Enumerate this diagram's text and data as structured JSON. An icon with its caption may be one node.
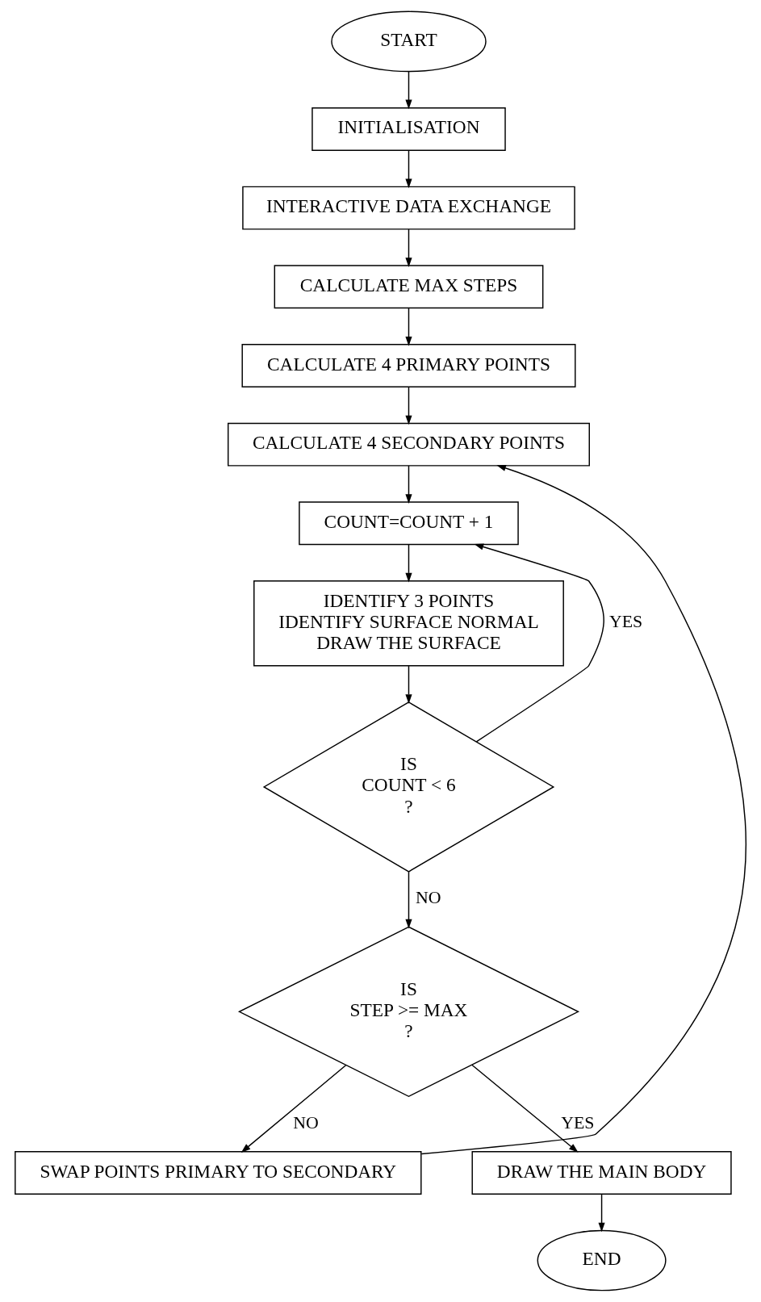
{
  "diagram": {
    "nodes": [
      {
        "text": [
          "START"
        ]
      },
      {
        "text": [
          "INITIALISATION"
        ]
      },
      {
        "text": [
          "INTERACTIVE DATA EXCHANGE"
        ]
      },
      {
        "text": [
          "CALCULATE MAX STEPS"
        ]
      },
      {
        "text": [
          "CALCULATE 4 PRIMARY POINTS"
        ]
      },
      {
        "text": [
          "CALCULATE 4 SECONDARY POINTS"
        ]
      },
      {
        "text": [
          "COUNT=COUNT + 1"
        ]
      },
      {
        "text": [
          "IDENTIFY 3 POINTS",
          "IDENTIFY SURFACE NORMAL",
          "DRAW THE SURFACE"
        ]
      },
      {
        "text": [
          "IS",
          "COUNT < 6",
          "?"
        ]
      },
      {
        "text": [
          "IS",
          "STEP >= MAX",
          "?"
        ]
      },
      {
        "text": [
          "SWAP POINTS PRIMARY TO SECONDARY"
        ]
      },
      {
        "text": [
          "DRAW THE MAIN BODY"
        ]
      },
      {
        "text": [
          "END"
        ]
      }
    ],
    "edges": [
      {
        "from": 0,
        "to": 1,
        "arrow": "to"
      },
      {
        "from": 1,
        "to": 2,
        "arrow": "to"
      },
      {
        "from": 2,
        "to": 3,
        "arrow": "to"
      },
      {
        "from": 3,
        "to": 4,
        "arrow": "to"
      },
      {
        "from": 4,
        "to": 5,
        "arrow": "to"
      },
      {
        "from": 5,
        "to": 6,
        "arrow": "to"
      },
      {
        "from": 6,
        "to": 7,
        "arrow": "to"
      },
      {
        "from": 7,
        "to": 8,
        "arrow": "to"
      },
      {
        "from": 8,
        "to": 6,
        "arrow": "to",
        "label": "YES"
      },
      {
        "from": 8,
        "to": 9,
        "arrow": "to",
        "label": "NO"
      },
      {
        "from": 9,
        "to": 10,
        "arrow": "to",
        "label": "NO"
      },
      {
        "from": 9,
        "to": 11,
        "arrow": "to",
        "label": "YES"
      },
      {
        "from": 10,
        "to": 5,
        "arrow": "to"
      },
      {
        "from": 11,
        "to": 12,
        "arrow": "to"
      }
    ]
  }
}
